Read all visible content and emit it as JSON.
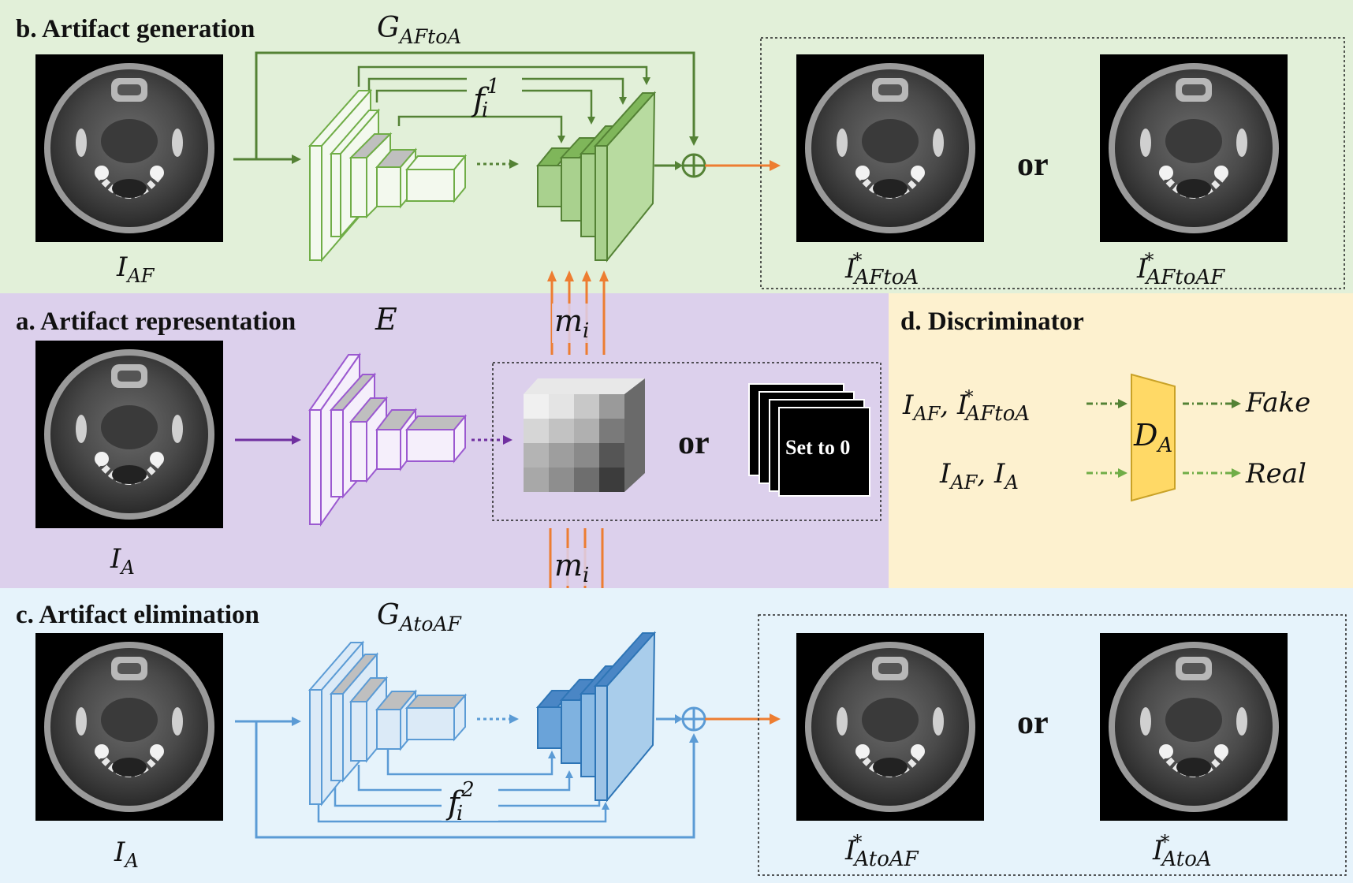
{
  "panels": {
    "generation": {
      "title": "b. Artifact generation",
      "generator_main": "G",
      "generator_sub": "AFtoA",
      "input_main": "I",
      "input_sub": "AF",
      "skip_main": "f",
      "skip_sub": "i",
      "skip_sup": "1",
      "output1_main": "I",
      "output1_sup": "*",
      "output1_sub": "AFtoA",
      "or_label": "or",
      "output2_main": "I",
      "output2_sup": "*",
      "output2_sub": "AFtoAF"
    },
    "representation": {
      "title": "a. Artifact representation",
      "encoder_label": "E",
      "input_main": "I",
      "input_sub": "A",
      "code_main": "m",
      "code_sub": "i",
      "or_label": "or",
      "zero_label": "Set to 0"
    },
    "elimination": {
      "title": "c. Artifact elimination",
      "generator_main": "G",
      "generator_sub": "AtoAF",
      "input_main": "I",
      "input_sub": "A",
      "skip_main": "f",
      "skip_sub": "i",
      "skip_sup": "2",
      "output1_main": "I",
      "output1_sup": "*",
      "output1_sub": "AtoAF",
      "or_label": "or",
      "output2_main": "I",
      "output2_sup": "*",
      "output2_sub": "AtoA"
    },
    "discriminator": {
      "title": "d. Discriminator",
      "block_main": "D",
      "block_sub": "A",
      "pair1": {
        "a_main": "I",
        "a_sub": "AF",
        "b_main": "I",
        "b_sup": "*",
        "b_sub": "AFtoA"
      },
      "pair2": {
        "a_main": "I",
        "a_sub": "AF",
        "b_main": "I",
        "b_sub": "A"
      },
      "fake_label": "Fake",
      "real_label": "Real"
    }
  },
  "colors": {
    "generation_bg": "#e2f0d9",
    "representation_bg": "#dcd0ec",
    "elimination_bg": "#e6f3fb",
    "discriminator_bg": "#fdf1cf",
    "green": "#548235",
    "green_fill": "#a9d18e",
    "purple": "#7030a0",
    "blue": "#5b9bd5",
    "blue_fill": "#9dc3e6",
    "orange": "#ed7d31",
    "yellow_fill": "#ffd966"
  },
  "chart_data": null
}
